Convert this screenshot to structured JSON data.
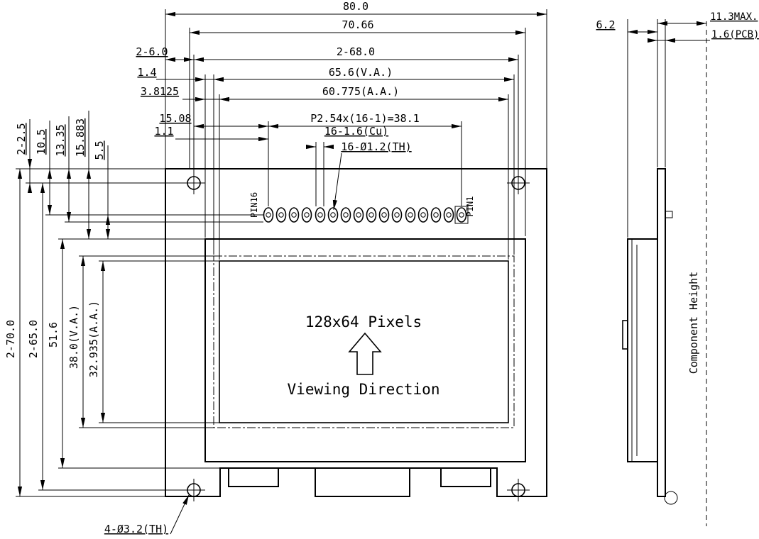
{
  "front": {
    "display": "128x64 Pixels",
    "viewing": "Viewing Direction",
    "pin16": "PIN16",
    "pin1": "PIN1",
    "hole_note": "4-Ø3.2(TH)",
    "h": {
      "w80": "80.0",
      "w7066": "70.66",
      "h26": "2-6.0",
      "h268": "2-68.0",
      "d14": "1.4",
      "va": "65.6(V.A.)",
      "d38125": "3.8125",
      "aa": "60.775(A.A.)",
      "d1508": "15.08",
      "pitch": "P2.54x(16-1)=38.1",
      "d11": "1.1",
      "cu": "16-1.6(Cu)",
      "th": "16-Ø1.2(TH)"
    },
    "v": {
      "d225": "2-2.5",
      "d105": "10.5",
      "d1335": "13.35",
      "d15883": "15.883",
      "d55": "5.5",
      "h270": "2-70.0",
      "h265": "2-65.0",
      "d516": "51.6",
      "va": "38.0(V.A.)",
      "aa": "32.935(A.A.)"
    }
  },
  "side": {
    "d62": "6.2",
    "max": "11.3MAX.",
    "pcb": "1.6(PCB)",
    "comp": "Component Height"
  }
}
